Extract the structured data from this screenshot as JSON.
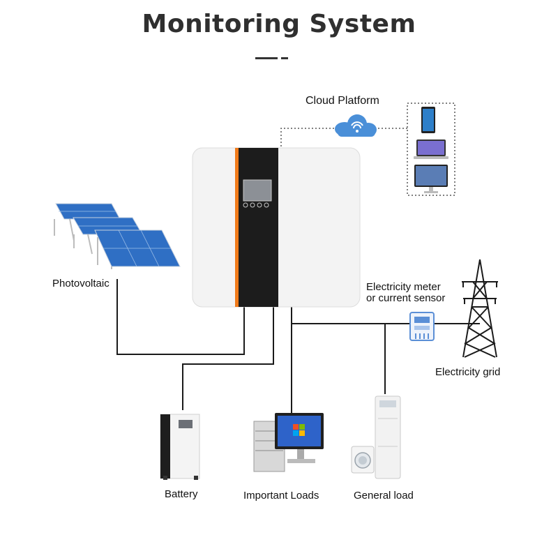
{
  "title": "Monitoring System",
  "labels": {
    "cloud": "Cloud Platform",
    "photovoltaic": "Photovoltaic",
    "meter_line1": "Electricity meter",
    "meter_line2": "or current sensor",
    "grid": "Electricity grid",
    "battery": "Battery",
    "important_loads": "Important Loads",
    "general_load": "General load"
  },
  "icons": {
    "cloud": "wifi-cloud-icon",
    "inverter": "hybrid-inverter",
    "solar": "solar-panel-array",
    "devices": [
      "tablet-icon",
      "laptop-icon",
      "desktop-monitor-icon"
    ],
    "meter": "electricity-meter-icon",
    "grid": "transmission-tower",
    "battery": "battery-cabinet",
    "important_loads": "computer-workstation",
    "general_load": "air-conditioner-and-washing-machine"
  },
  "colors": {
    "accent": "#f07a1a",
    "inverter_body": "#f2f2f2",
    "inverter_panel": "#1c1c1c",
    "cloud": "#4a8fd8",
    "solar": "#2f6fc4",
    "meter": "#5b8fd6"
  }
}
